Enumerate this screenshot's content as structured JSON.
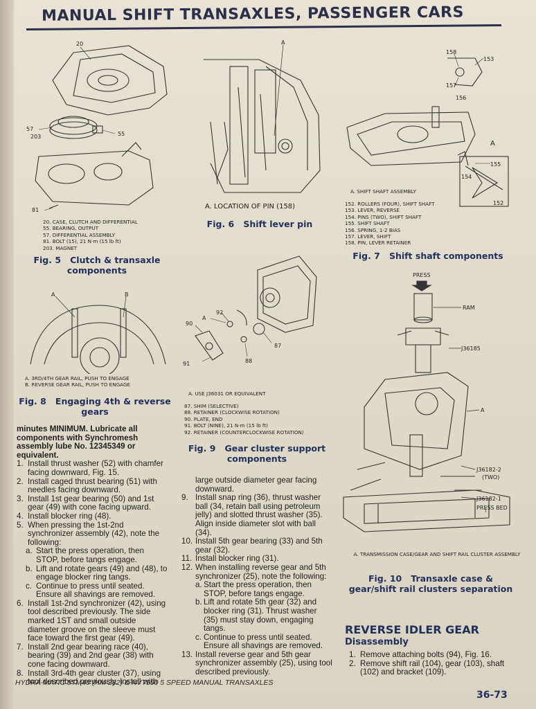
{
  "header": {
    "title": "MANUAL SHIFT TRANSAXLES, PASSENGER CARS"
  },
  "fig5": {
    "callouts": [
      "20",
      "57",
      "203",
      "55",
      "81"
    ],
    "legend": [
      "20. CASE, CLUTCH AND DIFFERENTIAL",
      "55. BEARING, OUTPUT",
      "57. DIFFERENTIAL ASSEMBLY",
      "81. BOLT (15), 21 N·m (15 lb ft)",
      "203. MAGNET"
    ],
    "caption_num": "Fig. 5",
    "caption": "Clutch & transaxle components"
  },
  "fig6": {
    "callouts": [
      "A"
    ],
    "legend": "A. LOCATION OF PIN (158)",
    "caption_num": "Fig. 6",
    "caption": "Shift lever pin"
  },
  "fig7": {
    "callouts": [
      "158",
      "153",
      "157",
      "156",
      "A",
      "155",
      "154",
      "152"
    ],
    "legend": [
      "A. SHIFT SHAFT ASSEMBLY",
      "152. ROLLERS (FOUR), SHIFT SHAFT",
      "153. LEVER, REVERSE",
      "154. PINS (TWO), SHIFT SHAFT",
      "155. SHIFT SHAFT",
      "156. SPRING, 1-2 BIAS",
      "157. LEVER, SHIFT",
      "158. PIN, LEVER RETAINER"
    ],
    "caption_num": "Fig. 7",
    "caption": "Shift shaft components"
  },
  "fig8": {
    "callouts": [
      "A",
      "B"
    ],
    "legend": [
      "A. 3RD/4TH GEAR RAIL, PUSH TO ENGAGE",
      "B. REVERSE GEAR RAIL, PUSH TO ENGAGE"
    ],
    "caption_num": "Fig. 8",
    "caption": "Engaging 4th & reverse gears"
  },
  "fig9": {
    "callouts": [
      "92",
      "A",
      "90",
      "87",
      "91",
      "88"
    ],
    "legend": [
      "A. USE J36031 OR EQUIVALENT",
      "87. SHIM (SELECTIVE)",
      "88. RETAINER (CLOCKWISE ROTATION)",
      "90. PLATE, END",
      "91. BOLT (NINE), 21 N·m (15 lb ft)",
      "92. RETAINER (COUNTERCLOCKWISE ROTATION)"
    ],
    "caption_num": "Fig. 9",
    "caption": "Gear cluster support components"
  },
  "fig10": {
    "callouts": [
      "PRESS",
      "RAM",
      "J36185",
      "A",
      "J36182-2",
      "(TWO)",
      "J36182-1",
      "PRESS BED"
    ],
    "legend": "A. TRANSMISSION CASE/GEAR AND SHIFT RAIL CLUSTER ASSEMBLY",
    "caption_num": "Fig. 10",
    "caption": "Transaxle case & gear/shift rail clusters separation"
  },
  "col1": {
    "intro": "minutes MINIMUM. Lubricate all components with Synchromesh assembly lube No. 12345349 or equivalent.",
    "steps": [
      {
        "n": "1.",
        "t": "Install thrust washer (52) with chamfer facing downward, Fig. 15."
      },
      {
        "n": "2.",
        "t": "Install caged thrust bearing (51) with needles facing downward."
      },
      {
        "n": "3.",
        "t": "Install 1st gear bearing (50) and 1st gear (49) with cone facing upward."
      },
      {
        "n": "4.",
        "t": "Install blocker ring (48)."
      },
      {
        "n": "5.",
        "t": "When pressing the 1st-2nd synchronizer assembly (42), note the following:"
      }
    ],
    "sub5": [
      {
        "n": "a.",
        "t": "Start the press operation, then STOP, before tangs engage."
      },
      {
        "n": "b.",
        "t": "Lift and rotate gears (49) and (48), to engage blocker ring tangs."
      },
      {
        "n": "c.",
        "t": "Continue to press until seated. Ensure all shavings are removed."
      }
    ],
    "steps2": [
      {
        "n": "6.",
        "t": "Install 1st-2nd synchronizer (42), using tool described previously. The side marked 1ST and small outside diameter groove on the sleeve must face toward the first gear (49)."
      },
      {
        "n": "7.",
        "t": "Install 2nd gear bearing race (40), bearing (39) and 2nd gear (38) with cone facing downward."
      },
      {
        "n": "8.",
        "t": "Install 3rd-4th gear cluster (37), using tool described previously. Install with"
      }
    ]
  },
  "col2": {
    "cont": "large outside diameter gear facing downward.",
    "steps": [
      {
        "n": "9.",
        "t": "Install snap ring (36), thrust washer ball (34, retain ball using petroleum jelly) and slotted thrust washer (35). Align inside diameter slot with ball (34)."
      },
      {
        "n": "10.",
        "t": "Install 5th gear bearing (33) and 5th gear (32)."
      },
      {
        "n": "11.",
        "t": "Install blocker ring (31)."
      },
      {
        "n": "12.",
        "t": "When installing reverse gear and 5th synchronizer (25), note the following:"
      }
    ],
    "sub12": [
      {
        "n": "a.",
        "t": "Start the press operation, then STOP, before tangs engage."
      },
      {
        "n": "b.",
        "t": "Lift and rotate 5th gear (32) and blocker ring (31). Thrust washer (35) must stay down, engaging tangs."
      },
      {
        "n": "c.",
        "t": "Continue to press until seated. Ensure all shavings are removed."
      }
    ],
    "steps2": [
      {
        "n": "13.",
        "t": "Install reverse gear and 5th gear synchronizer assembly (25), using tool described previously."
      }
    ]
  },
  "col3": {
    "section": "REVERSE IDLER GEAR",
    "subsection": "Disassembly",
    "steps": [
      {
        "n": "1.",
        "t": "Remove attaching bolts (94), Fig. 16."
      },
      {
        "n": "2.",
        "t": "Remove shift rail (104), gear (103), shaft (102) and bracket (109)."
      }
    ]
  },
  "footer": {
    "text": "HYDRA-MATIC 5TM40 (HM-282) & NVT550 5 SPEED MANUAL TRANSAXLES",
    "page": "36-73"
  }
}
